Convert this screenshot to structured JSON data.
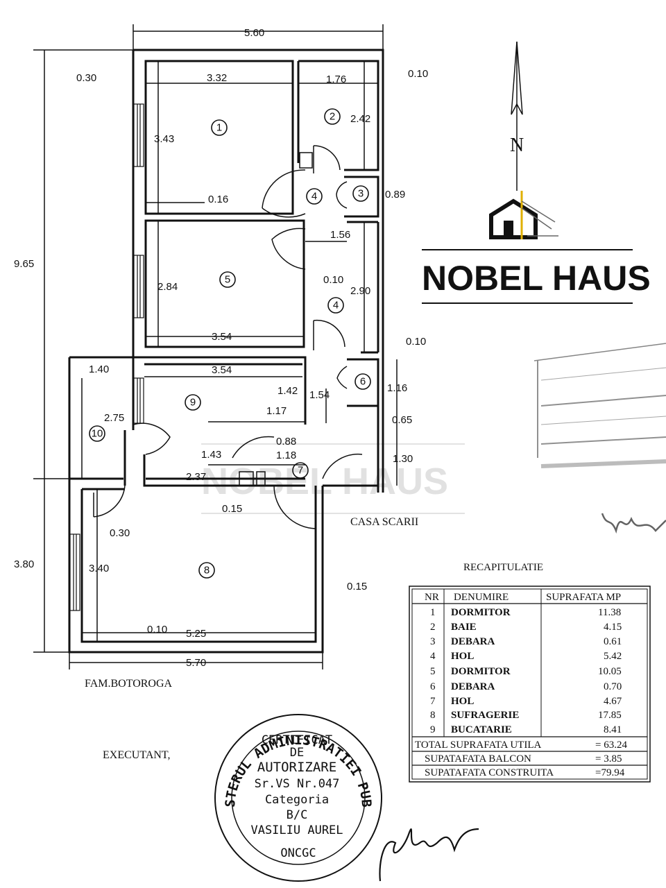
{
  "brand": {
    "name": "NOBEL HAUS",
    "watermark": "NOBEL HAUS"
  },
  "north_label": "N",
  "dims": {
    "top_width": "5.60",
    "wall_left": "0.30",
    "r1_width": "3.32",
    "r2_width": "1.76",
    "wall_right_top": "0.10",
    "r2_height": "2.42",
    "r1_height": "3.43",
    "r3_height": "0.89",
    "wall_016": "0.16",
    "total_height": "9.65",
    "hall_width": "1.56",
    "r5_height": "2.84",
    "wall_mid_010": "0.10",
    "hall_height": "2.90",
    "r5_width": "3.54",
    "wall_right_010": "0.10",
    "balcony_width": "1.40",
    "r9_width": "3.54",
    "d142": "1.42",
    "d154": "1.54",
    "d116": "1.16",
    "d117": "1.17",
    "d065": "0.65",
    "balcony_height": "2.75",
    "d088": "0.88",
    "d143": "1.43",
    "d118": "1.18",
    "d130": "1.30",
    "d237": "2.37",
    "d015a": "0.15",
    "d030": "0.30",
    "d380": "3.80",
    "d340": "3.40",
    "d015b": "0.15",
    "d010b": "0.10",
    "d525": "5.25",
    "bottom_width": "5.70"
  },
  "rooms": [
    "1",
    "2",
    "3",
    "4",
    "4",
    "5",
    "6",
    "7",
    "8",
    "9",
    "10"
  ],
  "labels": {
    "stairs": "CASA SCARII",
    "family": "FAM.BOTOROGA",
    "executant": "EXECUTANT,"
  },
  "table": {
    "title": "RECAPITULATIE",
    "headers": [
      "NR",
      "DENUMIRE",
      "SUPRAFATA MP"
    ],
    "rows": [
      {
        "nr": "1",
        "name": "DORMITOR",
        "area": "11.38"
      },
      {
        "nr": "2",
        "name": "BAIE",
        "area": "4.15"
      },
      {
        "nr": "3",
        "name": "DEBARA",
        "area": "0.61"
      },
      {
        "nr": "4",
        "name": "HOL",
        "area": "5.42"
      },
      {
        "nr": "5",
        "name": "DORMITOR",
        "area": "10.05"
      },
      {
        "nr": "6",
        "name": "DEBARA",
        "area": "0.70"
      },
      {
        "nr": "7",
        "name": "HOL",
        "area": "4.67"
      },
      {
        "nr": "8",
        "name": "SUFRAGERIE",
        "area": "17.85"
      },
      {
        "nr": "9",
        "name": "BUCATARIE",
        "area": "8.41"
      }
    ],
    "totals": [
      {
        "label": "TOTAL SUPRAFATA UTILA",
        "value": "=  63.24"
      },
      {
        "label": "SUPATAFATA  BALCON",
        "value": "=  3.85"
      },
      {
        "label": "SUPATAFATA CONSTRUITA",
        "value": "=79.94"
      }
    ]
  },
  "stamp": {
    "ring_text": "MINISTERUL ADMINISTRATIEI PUBLICE",
    "bottom": "ONCGC",
    "lines": [
      "CERTIFICAT",
      "DE",
      "AUTORIZARE",
      "Sr.VS Nr.047",
      "Categoria",
      "B/C",
      "VASILIU AUREL"
    ]
  },
  "colors": {
    "ink": "#111111",
    "watermark": "#c9c9c9",
    "logo_accent": "#e0b000"
  }
}
